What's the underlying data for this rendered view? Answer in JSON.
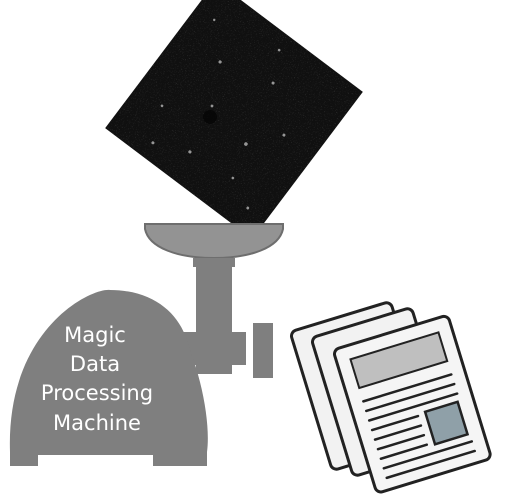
{
  "diagram": {
    "machine_label_lines": [
      "Magic",
      "Data",
      "Processing",
      "Machine"
    ]
  },
  "colors": {
    "machine_gray": "#7f7f7f",
    "funnel_gray": "#939393",
    "image_black": "#101010",
    "document_fill": "#f5f5f5",
    "document_outline": "#222222",
    "document_header": "#bfbfbf",
    "document_figure": "#8fa0a8"
  },
  "icons": {
    "microscopy_image": "microscopy-image-icon",
    "grinder": "meat-grinder-icon",
    "documents": "newspaper-stack-icon"
  }
}
